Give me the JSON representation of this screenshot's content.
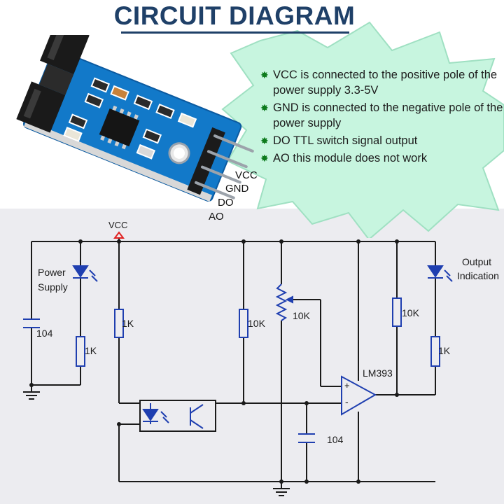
{
  "title": "CIRCUIT DIAGRAM",
  "notes": [
    {
      "bullet": "✸",
      "text": "VCC is connected to the positive pole of the power supply 3.3-5V"
    },
    {
      "bullet": "✸",
      "text": "GND is connected to the negative pole of the power supply"
    },
    {
      "bullet": "✸",
      "text": "DO TTL switch signal output"
    },
    {
      "bullet": "✸",
      "text": "AO this module does not work"
    }
  ],
  "module_pins": [
    "VCC",
    "GND",
    "DO",
    "AO"
  ],
  "schematic": {
    "vcc_label": "VCC",
    "power_led_label": [
      "Power",
      "Supply"
    ],
    "output_led_label": [
      "Output",
      "Indication"
    ],
    "cap_left": "104",
    "cap_bottom": "104",
    "r_power_led": "1K",
    "r_emitter": "1K",
    "r_collector": "10K",
    "pot": "10K",
    "r_pullup": "10K",
    "r_output_led": "1K",
    "comparator": "LM393",
    "plus": "+",
    "minus": "-"
  },
  "colors": {
    "title": "#1f4068",
    "wire": "#1a1a1a",
    "component": "#1f3fb0",
    "burst_fill": "#c7f5df",
    "burst_stroke": "#9fe0c2",
    "bullet": "#0c7a1c",
    "schematic_bg": "#ececf0",
    "pcb": "#1279c9"
  }
}
